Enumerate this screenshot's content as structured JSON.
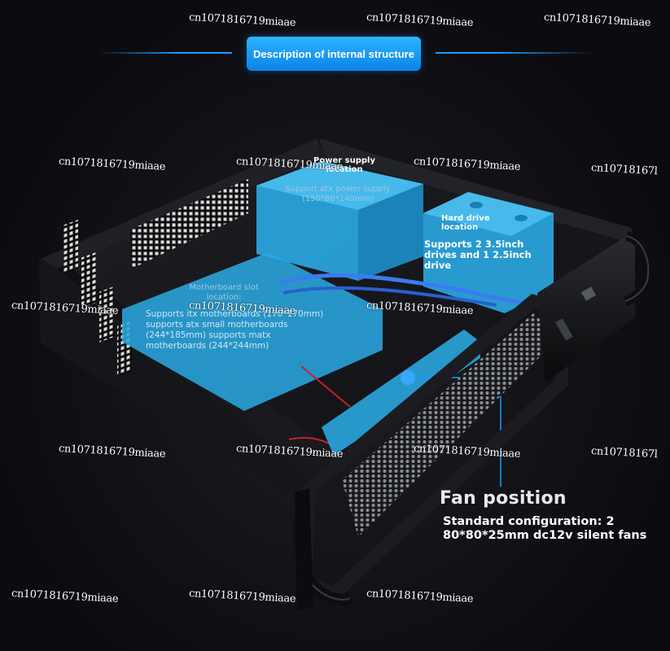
{
  "header": {
    "title": "Description of internal structure"
  },
  "labels": {
    "power_supply": {
      "title": "Power supply location",
      "desc": "Support atx power supply (150*86*140mm)"
    },
    "hard_drive": {
      "title": "Hard drive location",
      "desc": "Supports 2 3.5inch drives and 1 2.5inch drive"
    },
    "motherboard": {
      "title": "Motherboard slot location:",
      "desc": "Supports itx motherboards (170*170mm) supports atx small motherboards (244*185mm) supports matx motherboards (244*244mm)"
    },
    "fan": {
      "title": "Fan position",
      "desc": "Standard configuration: 2 80*80*25mm dc12v silent fans"
    }
  },
  "watermarks": [
    "cn1071816719miaae",
    "cn1071816719miaae",
    "cn1071816719miaae",
    "cn1071816719miaae",
    "cn1071816719miaae",
    "cn1071816719miaae",
    "cn10718167l",
    "cn1071816719miaae",
    "cn1071816719miaae",
    "cn1071816719miaae",
    "cn1071816719miaae",
    "cn1071816719miaae",
    "cn1071816719miaae",
    "cn10718167l",
    "cn1071816719miaae",
    "cn1071816719miaae",
    "cn1071816719miaae"
  ],
  "colors": {
    "accent": "#1a9cff",
    "highlight": "#29a9e6",
    "chassis": "#141418"
  }
}
